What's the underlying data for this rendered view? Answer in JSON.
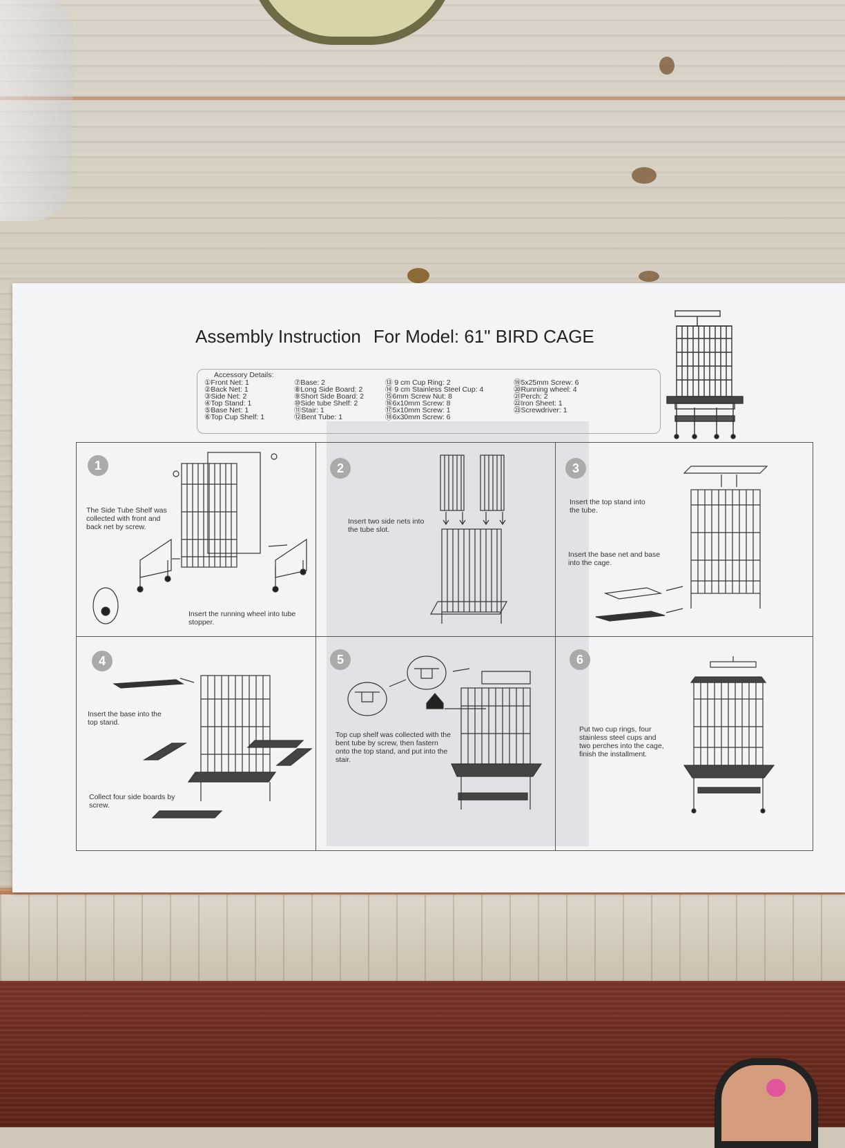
{
  "document": {
    "title_left": "Assembly Instruction",
    "title_right": "For Model: 61\" BIRD CAGE",
    "accessory_header": "Accessory Details:",
    "accessory_columns": [
      [
        "①Front Net: 1",
        "②Back Net: 1",
        "③Side Net: 2",
        "④Top Stand: 1",
        "⑤Base Net: 1",
        "⑥Top Cup Shelf: 1"
      ],
      [
        "⑦Base: 2",
        "⑧Long Side Board: 2",
        "⑨Short Side Board: 2",
        "⑩Side tube Shelf: 2",
        "⑪Stair: 1",
        "⑫Bent Tube: 1"
      ],
      [
        "⑬ 9 cm Cup Ring: 2",
        "⑭ 9 cm Stainless Steel Cup: 4",
        "⑮6mm Screw Nut: 8",
        "⑯6x10mm Screw: 8",
        "⑰5x10mm Screw: 1",
        "⑱6x30mm Screw: 6"
      ],
      [
        "⑲5x25mm Screw: 6",
        "⑳Running wheel: 4",
        "㉑Perch: 2",
        "㉒Iron Sheet: 1",
        "㉓Screwdriver: 1"
      ]
    ],
    "steps": [
      {
        "number": "1",
        "text_a": "The Side Tube Shelf was collected with front and back net by screw.",
        "text_b": "Insert the running wheel into tube stopper."
      },
      {
        "number": "2",
        "text_a": "Insert two side nets into the tube slot."
      },
      {
        "number": "3",
        "text_a": "Insert the top stand into the tube.",
        "text_b": "Insert the base net and base into the cage."
      },
      {
        "number": "4",
        "text_a": "Insert the base into the top stand.",
        "text_b": "Collect four side boards by screw."
      },
      {
        "number": "5",
        "text_a": "Top cup shelf was collected with the bent tube by screw, then fastern onto the top stand, and put into the stair."
      },
      {
        "number": "6",
        "text_a": "Put two cup rings, four stainless steel cups and two perches into the cage, finish the installment."
      }
    ]
  }
}
